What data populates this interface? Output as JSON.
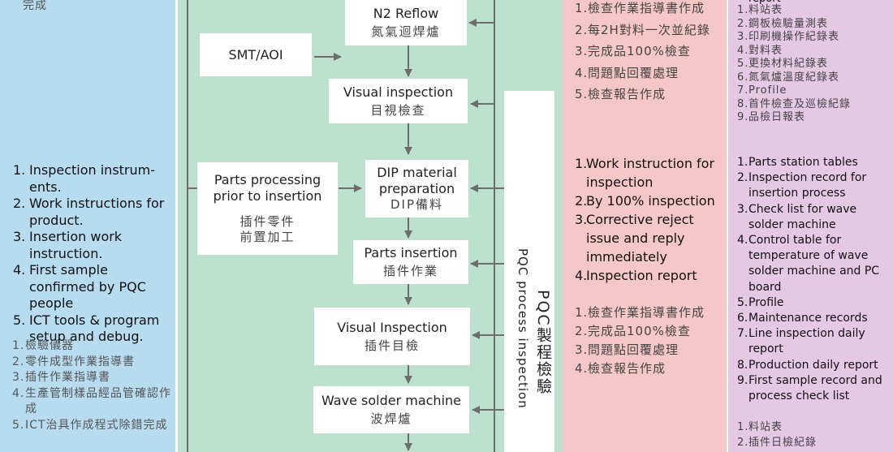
{
  "left": {
    "top_fragment": "完成",
    "en_items": [
      {
        "num": "1.",
        "text": "Inspection instrum-ents."
      },
      {
        "num": "2.",
        "text": "Work instructions for product."
      },
      {
        "num": "3.",
        "text": "Insertion work instruction."
      },
      {
        "num": "4.",
        "text": "First sample confirmed by PQC people"
      },
      {
        "num": "5.",
        "text": "ICT tools & program setup and debug."
      }
    ],
    "zh_items": [
      {
        "num": "1.",
        "text": "檢驗儀器"
      },
      {
        "num": "2.",
        "text": "零件成型作業指導書"
      },
      {
        "num": "3.",
        "text": "插件作業指導書"
      },
      {
        "num": "4.",
        "text": "生產管制樣品經品管確認作成"
      },
      {
        "num": "5.",
        "text": "ICT治具作成程式除錯完成"
      }
    ]
  },
  "flow": {
    "n2_reflow": {
      "en": "N2 Reflow",
      "zh": "氮氣迴焊爐"
    },
    "smt_aoi": {
      "en": "SMT/AOI"
    },
    "visual_inspection_1": {
      "en": "Visual inspection",
      "zh": "目視檢查"
    },
    "parts_processing": {
      "en_line1": "Parts processing",
      "en_line2": "prior to insertion",
      "zh_line1": "插件零件",
      "zh_line2": "前置加工"
    },
    "dip_material": {
      "en_line1": "DIP material",
      "en_line2": "preparation",
      "zh": "DIP備料"
    },
    "parts_insertion": {
      "en": "Parts insertion",
      "zh": "插件作業"
    },
    "visual_inspection_2": {
      "en": "Visual Inspection",
      "zh": "插件目檢"
    },
    "wave_solder": {
      "en": "Wave solder machine",
      "zh": "波焊爐"
    }
  },
  "pqc": {
    "title": "PQC製程檢驗",
    "subtitle": "PQC process inspection"
  },
  "pink": {
    "top_items": [
      {
        "num": "1.",
        "text": "檢查作業指導書作成"
      },
      {
        "num": "2.",
        "text": "每2H對料一次並紀錄"
      },
      {
        "num": "3.",
        "text": "完成品100%檢查"
      },
      {
        "num": "4.",
        "text": "問題點回覆處理"
      },
      {
        "num": "5.",
        "text": "檢查報告作成"
      }
    ],
    "mid_items": [
      {
        "num": "1.",
        "text": "Work instruction for inspection"
      },
      {
        "num": "2.",
        "text": "By 100% inspection"
      },
      {
        "num": "3.",
        "text": "Corrective reject issue and reply immediately"
      },
      {
        "num": "4.",
        "text": "Inspection report"
      }
    ],
    "bot_items": [
      {
        "num": "1.",
        "text": "檢查作業指導書作成"
      },
      {
        "num": "2.",
        "text": "完成品100%檢查"
      },
      {
        "num": "3.",
        "text": "問題點回覆處理"
      },
      {
        "num": "4.",
        "text": "檢查報告作成"
      }
    ]
  },
  "purple": {
    "top_fragment": "report",
    "top_items": [
      {
        "num": "1.",
        "text": "料站表"
      },
      {
        "num": "2.",
        "text": "鋼板檢驗量測表"
      },
      {
        "num": "3.",
        "text": "印刷機操作紀錄表"
      },
      {
        "num": "4.",
        "text": "對料表"
      },
      {
        "num": "5.",
        "text": "更換材料紀錄表"
      },
      {
        "num": "6.",
        "text": "氮氣爐溫度紀錄表"
      },
      {
        "num": "7.",
        "text": "Profile"
      },
      {
        "num": "8.",
        "text": "首件檢查及巡檢紀錄"
      },
      {
        "num": "9.",
        "text": "品檢日報表"
      }
    ],
    "mid_items": [
      {
        "num": "1.",
        "text": "Parts station tables"
      },
      {
        "num": "2.",
        "text": "Inspection record for insertion process"
      },
      {
        "num": "3.",
        "text": "Check list for wave solder machine"
      },
      {
        "num": "4.",
        "text": "Control table for temperature of wave solder machine and PC board"
      },
      {
        "num": "5.",
        "text": "Profile"
      },
      {
        "num": "6.",
        "text": "Maintenance records"
      },
      {
        "num": "7.",
        "text": "Line inspection daily report"
      },
      {
        "num": "8.",
        "text": "Production daily report"
      },
      {
        "num": "9.",
        "text": "First sample record and process check list"
      }
    ],
    "bot_items": [
      {
        "num": "1.",
        "text": "料站表"
      },
      {
        "num": "2.",
        "text": "插件日檢紀錄"
      }
    ]
  }
}
